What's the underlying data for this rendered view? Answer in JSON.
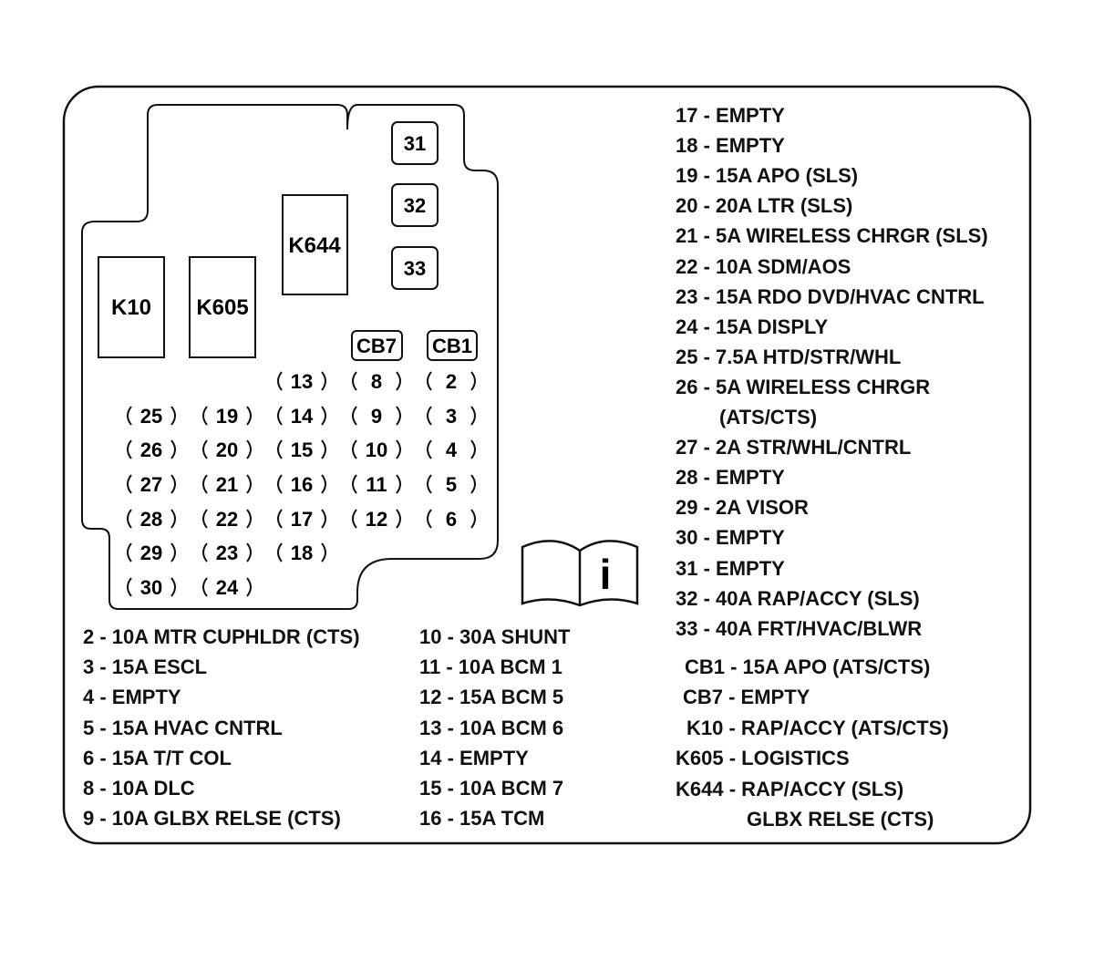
{
  "relays": [
    {
      "id": "k10",
      "label": "K10"
    },
    {
      "id": "k605",
      "label": "K605"
    },
    {
      "id": "k644",
      "label": "K644"
    }
  ],
  "box_fuses": [
    {
      "id": "f31",
      "label": "31"
    },
    {
      "id": "f32",
      "label": "32"
    },
    {
      "id": "f33",
      "label": "33"
    }
  ],
  "breakers": [
    {
      "id": "cb7",
      "label": "CB7"
    },
    {
      "id": "cb1",
      "label": "CB1"
    }
  ],
  "mini_fuses": [
    {
      "id": "f2",
      "label": "2"
    },
    {
      "id": "f3",
      "label": "3"
    },
    {
      "id": "f4",
      "label": "4"
    },
    {
      "id": "f5",
      "label": "5"
    },
    {
      "id": "f6",
      "label": "6"
    },
    {
      "id": "f8",
      "label": "8"
    },
    {
      "id": "f9",
      "label": "9"
    },
    {
      "id": "f10",
      "label": "10"
    },
    {
      "id": "f11",
      "label": "11"
    },
    {
      "id": "f12",
      "label": "12"
    },
    {
      "id": "f13",
      "label": "13"
    },
    {
      "id": "f14",
      "label": "14"
    },
    {
      "id": "f15",
      "label": "15"
    },
    {
      "id": "f16",
      "label": "16"
    },
    {
      "id": "f17",
      "label": "17"
    },
    {
      "id": "f18",
      "label": "18"
    },
    {
      "id": "f19",
      "label": "19"
    },
    {
      "id": "f20",
      "label": "20"
    },
    {
      "id": "f21",
      "label": "21"
    },
    {
      "id": "f22",
      "label": "22"
    },
    {
      "id": "f23",
      "label": "23"
    },
    {
      "id": "f24",
      "label": "24"
    },
    {
      "id": "f25",
      "label": "25"
    },
    {
      "id": "f26",
      "label": "26"
    },
    {
      "id": "f27",
      "label": "27"
    },
    {
      "id": "f28",
      "label": "28"
    },
    {
      "id": "f29",
      "label": "29"
    },
    {
      "id": "f30",
      "label": "30"
    }
  ],
  "legend_left": [
    "2 - 10A MTR CUPHLDR (CTS)",
    "3 - 15A ESCL",
    "4 - EMPTY",
    "5 - 15A HVAC CNTRL",
    "6 - 15A T/T COL",
    "8 - 10A DLC",
    "9 - 10A GLBX RELSE (CTS)"
  ],
  "legend_middle": [
    "10 - 30A SHUNT",
    "11 - 10A BCM 1",
    "12 - 15A BCM 5",
    "13 - 10A BCM 6",
    "14 - EMPTY",
    "15 - 10A BCM 7",
    "16 - 15A TCM"
  ],
  "legend_right": [
    "17 - EMPTY",
    "18 - EMPTY",
    "19 - 15A APO (SLS)",
    "20 - 20A LTR (SLS)",
    "21 - 5A WIRELESS CHRGR (SLS)",
    "22 - 10A SDM/AOS",
    "23 - 15A RDO DVD/HVAC CNTRL",
    "24 - 15A DISPLY",
    "25 - 7.5A HTD/STR/WHL",
    "26 - 5A WIRELESS CHRGR",
    "(ATS/CTS)",
    "27 - 2A STR/WHL/CNTRL",
    "28 - EMPTY",
    "29 - 2A VISOR",
    "30 - EMPTY",
    "31 - EMPTY",
    "32 - 40A RAP/ACCY (SLS)",
    "33 - 40A FRT/HVAC/BLWR"
  ],
  "legend_bottom_right": [
    "CB1 - 15A APO (ATS/CTS)",
    "CB7 - EMPTY",
    "K10 - RAP/ACCY (ATS/CTS)",
    "K605 - LOGISTICS",
    "K644 - RAP/ACCY (SLS)",
    "GLBX RELSE (CTS)"
  ],
  "info_icon": {
    "name": "manual-info-icon",
    "glyph": "i"
  }
}
